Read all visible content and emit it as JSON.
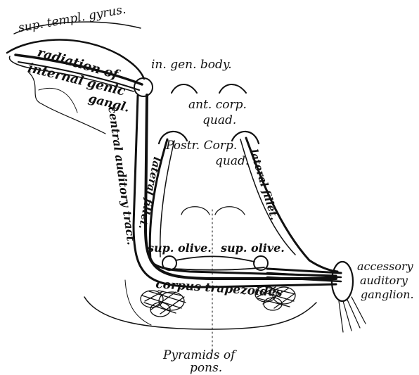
{
  "diagram": {
    "labels": {
      "sup_templ_gyrus": "sup. templ. gyrus.",
      "radiation_of": "radiation of",
      "internal_genic": "internal genic",
      "gangl": "gangl.",
      "in_gen_body": "in. gen. body.",
      "ant_corp_quad_1": "ant. corp.",
      "ant_corp_quad_2": "quad.",
      "postr_corp_1": "Postr. Corp.",
      "postr_corp_2": "quad.",
      "central_auditory_tract": "central auditory tract.",
      "lateral_fillet_left": "lateral fillet.",
      "lateral_fillet_right": "lateral fillet.",
      "sup_olive_left": "sup. olive.",
      "sup_olive_right": "sup. olive.",
      "corpus_trapezoides": "corpus trapezoides",
      "accessory_1": "accessory",
      "accessory_2": "auditory",
      "accessory_3": "ganglion.",
      "pyramids_1": "Pyramids of",
      "pyramids_2": "pons."
    },
    "colors": {
      "ink": "#111111",
      "paper": "#ffffff"
    }
  }
}
